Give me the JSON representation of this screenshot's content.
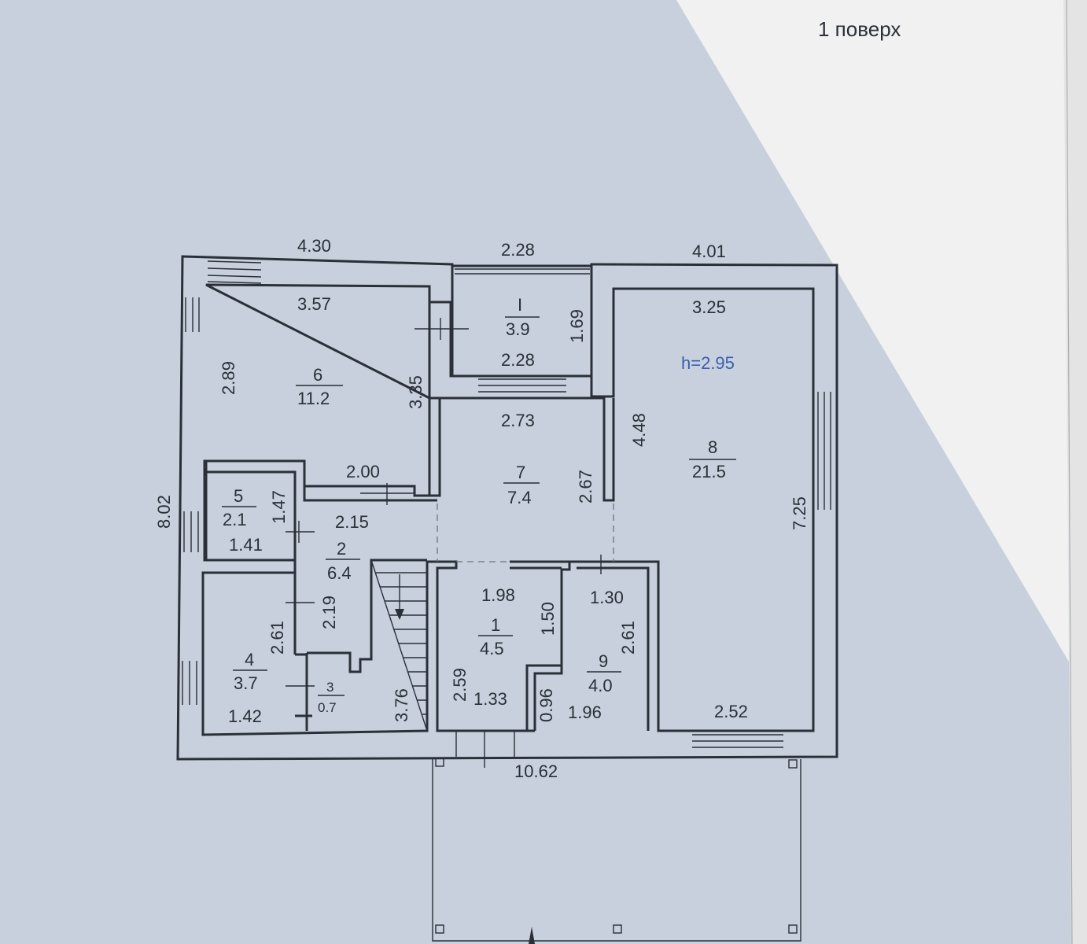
{
  "title": "1 поверх",
  "height_note": "h=2.95",
  "dimensions": {
    "top_left": "4.30",
    "top_mid": "2.28",
    "top_right": "4.01",
    "left_total": "8.02",
    "right_total": "7.25",
    "bottom_total": "10.62",
    "r6_top": "3.57",
    "r6_left": "2.89",
    "r6_right": "3.35",
    "r6_bottom": "2.00",
    "r1top_right": "1.69",
    "r1top_bottom": "2.28",
    "r8_top": "3.25",
    "r8_left": "4.48",
    "r8_bottom": "2.52",
    "r7_top": "2.73",
    "r7_right": "2.67",
    "r5_right": "1.47",
    "r5_bottom": "1.41",
    "r2_top": "2.15",
    "r2_side": "2.19",
    "r4_right": "2.61",
    "r4_bottom": "1.42",
    "stair": "3.76",
    "r1_top": "1.98",
    "r1_right": "1.50",
    "r1_left": "2.59",
    "r1_bottom": "1.33",
    "r9_top": "1.30",
    "r9_right": "2.61",
    "r9_left": "0.96",
    "r9_bottom": "1.96"
  },
  "rooms": [
    {
      "id": "I",
      "area": "3.9"
    },
    {
      "id": "6",
      "area": "11.2"
    },
    {
      "id": "8",
      "area": "21.5"
    },
    {
      "id": "7",
      "area": "7.4"
    },
    {
      "id": "5",
      "area": "2.1"
    },
    {
      "id": "2",
      "area": "6.4"
    },
    {
      "id": "4",
      "area": "3.7"
    },
    {
      "id": "3",
      "area": "0.7"
    },
    {
      "id": "1",
      "area": "4.5"
    },
    {
      "id": "9",
      "area": "4.0"
    }
  ]
}
